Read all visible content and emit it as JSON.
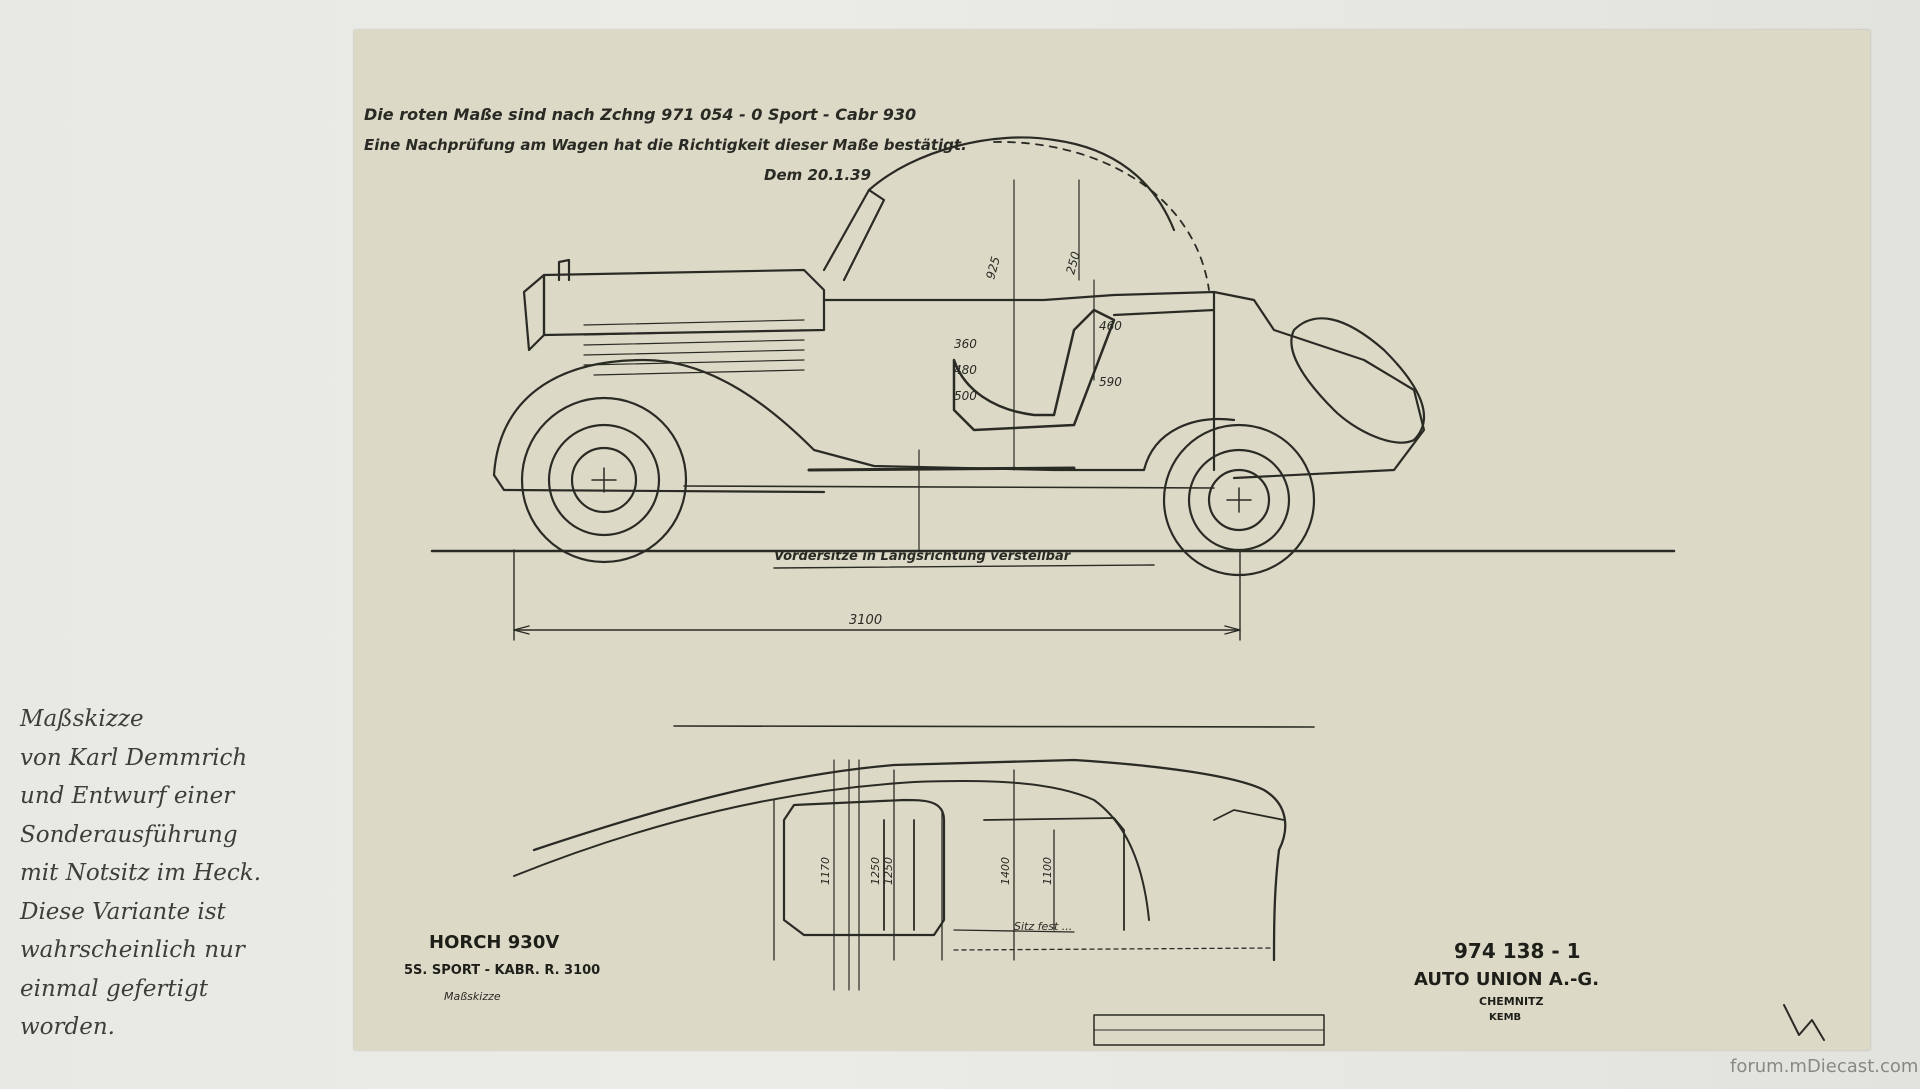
{
  "caption": {
    "lines": [
      "Maßskizze",
      "von Karl Demmrich",
      "und Entwurf einer",
      "Sonderausführung",
      "mit Notsitz im Heck.",
      "Diese Variante ist",
      "wahrscheinlich nur",
      "einmal gefertigt",
      "worden."
    ]
  },
  "drawing": {
    "note_line1": "Die roten Maße sind nach Zchng 971 054 - 0 Sport - Cabr 930",
    "note_line2": "Eine Nachprüfung am Wagen hat die Richtigkeit dieser Maße bestätigt.",
    "note_signature": "Dem 20.1.39",
    "side_label": "Vordersitze in Längsrichtung verstellbar",
    "wheelbase": "3100",
    "dim_top_1": "925",
    "dim_top_2": "250",
    "dim_360": "360",
    "dim_460": "460",
    "dim_480": "480",
    "dim_500": "500",
    "dim_590": "590",
    "plan_dim_1": "1170",
    "plan_dim_2": "1250",
    "plan_dim_3": "1250",
    "plan_dim_4": "1400",
    "plan_dim_5": "1100",
    "plan_note": "Sitz fest ...",
    "title_model": "HORCH 930V",
    "title_sub": "5S. SPORT - KABR. R. 3100",
    "title_kind": "Maßskizze",
    "drawing_number": "974 138 - 1",
    "company": "AUTO UNION A.-G.",
    "city": "CHEMNITZ",
    "city_sub": "KEMB"
  },
  "watermark": "forum.mDiecast.com"
}
